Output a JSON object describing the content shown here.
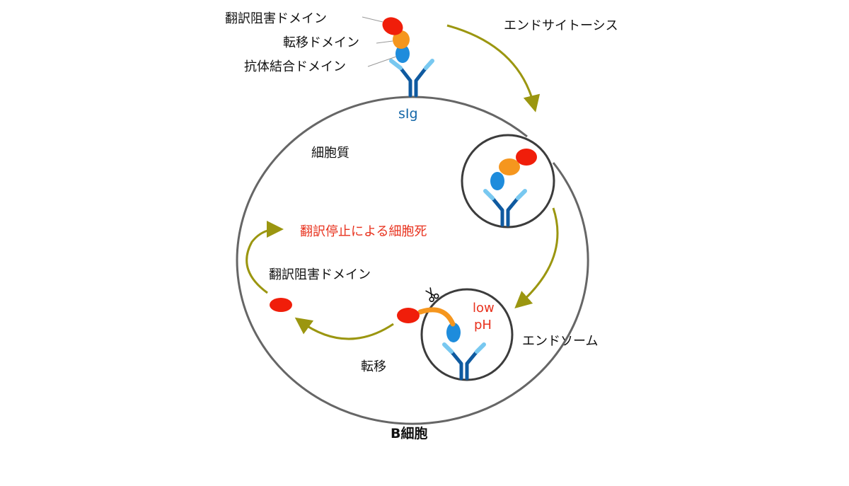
{
  "labels": {
    "translation_inhibition_domain": "翻訳阻害ドメイン",
    "translocation_domain": "転移ドメイン",
    "antibody_binding_domain": "抗体結合ドメイン",
    "endocytosis": "エンドサイトーシス",
    "sig": "sIg",
    "cytoplasm": "細胞質",
    "cell_death": "翻訳停止による細胞死",
    "translation_inhibition_domain_2": "翻訳阻害ドメイン",
    "translocation": "転移",
    "low": "low",
    "ph": "pH",
    "endosome": "エンドソーム",
    "b_cell": "B細胞"
  },
  "colors": {
    "red_domain": "#f01e0a",
    "orange_domain": "#f5961e",
    "blue_domain": "#1e8cdc",
    "antibody_dark": "#0f5aa0",
    "antibody_light": "#78c8f0",
    "arrow": "#9b9610",
    "membrane": "#666666",
    "vesicle": "#3c3c3c",
    "red_text": "#e8321e"
  },
  "icons": {
    "scissors": "scissors-icon"
  }
}
